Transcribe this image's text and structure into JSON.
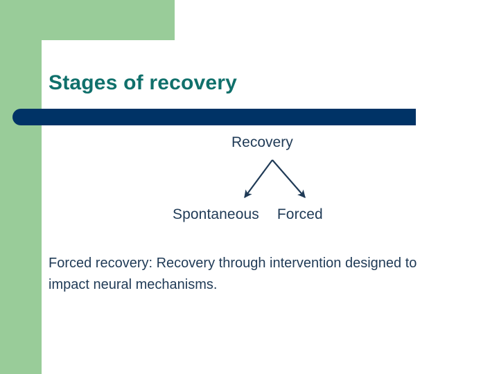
{
  "slide": {
    "title": "Stages of recovery",
    "theme": {
      "accent_green": "#99cc99",
      "title_teal": "#10706b",
      "rule_navy": "#003366",
      "text_navy": "#1f3a56",
      "background": "#ffffff"
    }
  },
  "diagram": {
    "root": "Recovery",
    "children": [
      "Spontaneous",
      "Forced"
    ],
    "connectors": [
      {
        "name": "arrow-to-spontaneous",
        "from": "Recovery",
        "to": "Spontaneous"
      },
      {
        "name": "arrow-to-forced",
        "from": "Recovery",
        "to": "Forced"
      }
    ]
  },
  "body": {
    "paragraph": "Forced recovery:  Recovery through intervention designed to impact neural mechanisms."
  }
}
